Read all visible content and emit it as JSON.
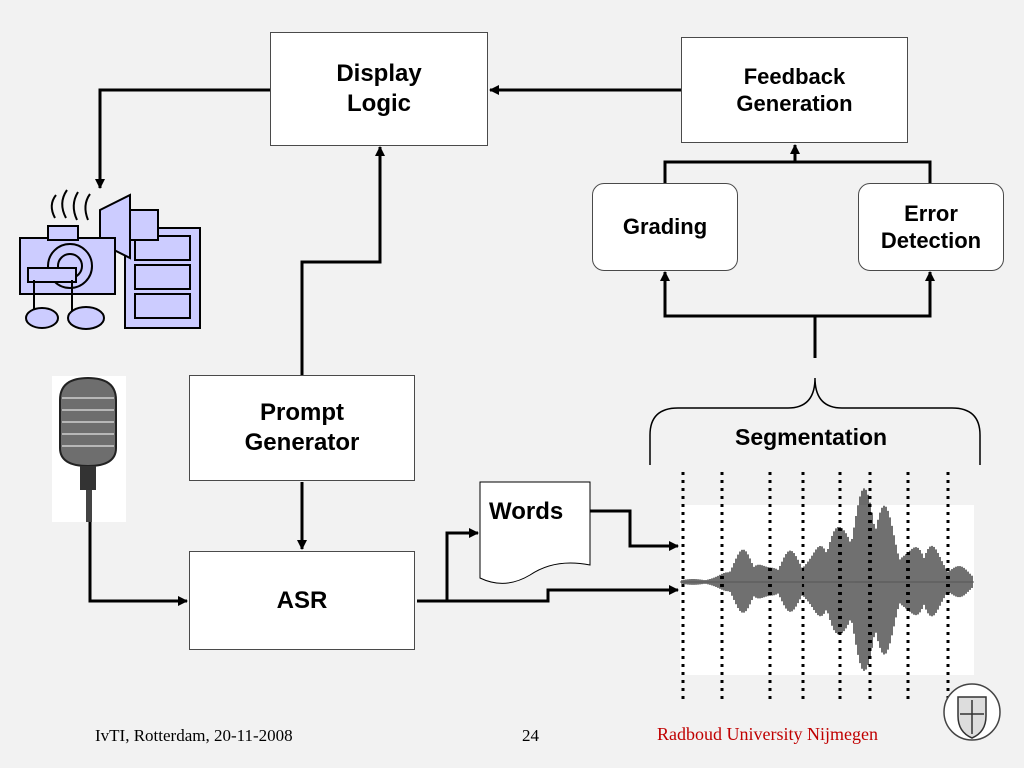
{
  "blocks": {
    "display_logic": "Display\nLogic",
    "feedback_generation": "Feedback\nGeneration",
    "grading": "Grading",
    "error_detection": "Error\nDetection",
    "prompt_generator": "Prompt\nGenerator",
    "asr": "ASR",
    "words": "Words",
    "segmentation": "Segmentation"
  },
  "footer": {
    "left": "IvTI, Rotterdam, 20-11-2008",
    "page": "24",
    "university": "Radboud University Nijmegen"
  },
  "colors": {
    "background": "#f2f2f2",
    "university_text": "#c00000",
    "multimedia_icon": "#ccccff"
  },
  "icons": [
    "multimedia-icon",
    "microphone-icon",
    "university-seal-icon"
  ]
}
